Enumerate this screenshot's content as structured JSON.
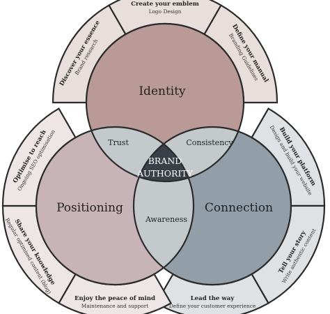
{
  "center": {
    "line1": "BRAND",
    "line2": "AUTHORITY"
  },
  "circles": {
    "identity": "Identity",
    "positioning": "Positioning",
    "connection": "Connection"
  },
  "intersections": {
    "trust": "Trust",
    "consistency": "Consistency",
    "awareness": "Awareness"
  },
  "segments": [
    {
      "title": "Create your emblem",
      "subtitle": "Logo Design"
    },
    {
      "title": "Define your manual",
      "subtitle": "Branding Guidelines"
    },
    {
      "title": "Build your platform",
      "subtitle": "Design and build your website"
    },
    {
      "title": "Tell your story",
      "subtitle": "Write authentic content"
    },
    {
      "title": "Lead the way",
      "subtitle": "Define your customer experience"
    },
    {
      "title": "Enjoy the peace of mind",
      "subtitle": "Maintenance and support"
    },
    {
      "title": "Share your knowledge",
      "subtitle": "Regular optimised content (blog)"
    },
    {
      "title": "Optimise to reach",
      "subtitle": "Ongoing SEO optimisation"
    },
    {
      "title": "Discover your essence",
      "subtitle": "Brand research"
    }
  ],
  "colors": {
    "identity": "#b99a96",
    "positioning": "#c8b3b8",
    "connection": "#929ea8",
    "intersection": "#c4c9cc",
    "center": "#3a4048",
    "outer_identity": "#e8dedb",
    "outer_positioning": "#ede5e6",
    "outer_connection": "#dfe2e5",
    "stroke": "#2b2b2b"
  }
}
